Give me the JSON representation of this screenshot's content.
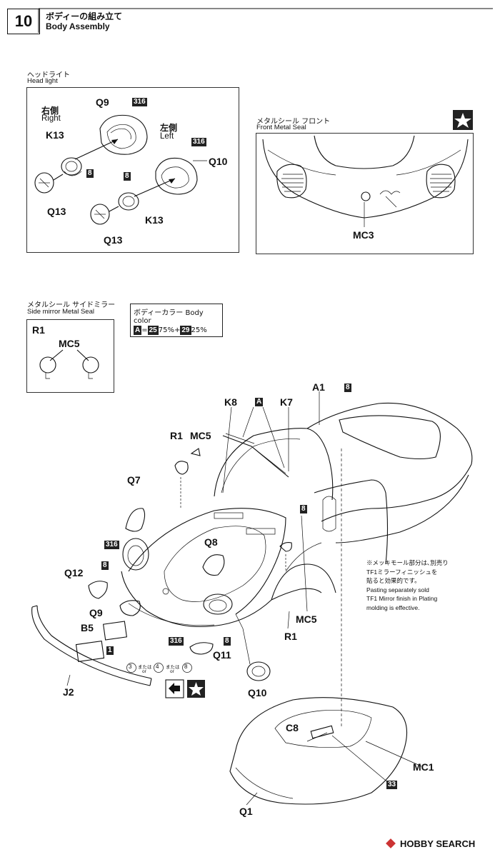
{
  "step": {
    "number": "10",
    "title_jp": "ボディーの組み立て",
    "title_en": "Body Assembly"
  },
  "headlight": {
    "caption_jp": "ヘッドライト",
    "caption_en": "Head light",
    "right_jp": "右側",
    "right_en": "Right",
    "left_jp": "左側",
    "left_en": "Left",
    "parts": {
      "q9": "Q9",
      "q10": "Q10",
      "k13a": "K13",
      "k13b": "K13",
      "q13a": "Q13",
      "q13b": "Q13",
      "tag316a": "316",
      "tag316b": "316",
      "tag8a": "8",
      "tag8b": "8"
    }
  },
  "front_seal": {
    "caption_jp": "メタルシール フロント",
    "caption_en": "Front Metal Seal",
    "part": "MC3"
  },
  "mirror_seal": {
    "caption_jp": "メタルシール サイドミラー",
    "caption_en": "Side mirror Metal Seal",
    "r1": "R1",
    "mc5": "MC5"
  },
  "body_color": {
    "title": "ボディーカラー Body color",
    "tag_a": "A",
    "eq": "=",
    "c1": "25",
    "p1": "75%",
    "plus": "+",
    "c2": "29",
    "p2": "25%"
  },
  "main": {
    "k8": "K8",
    "tagA": "A",
    "k7": "K7",
    "a1": "A1",
    "tag8_top": "8",
    "r1_top": "R1",
    "mc5_top": "MC5",
    "q7": "Q7",
    "tag8_mid": "8",
    "q8": "Q8",
    "tag316_left": "316",
    "tag8_left": "8",
    "q12": "Q12",
    "q9": "Q9",
    "b5": "B5",
    "tag1": "1",
    "tag316_bottom": "316",
    "tag8_bottom": "8",
    "q11": "Q11",
    "r1_side": "R1",
    "mc5_side": "MC5",
    "q10": "Q10",
    "j2": "J2",
    "c8": "C8",
    "mc1": "MC1",
    "q1": "Q1",
    "tag33": "33",
    "opt3": "3",
    "opt4": "4",
    "opt8": "8",
    "mataha": "または",
    "or": "or"
  },
  "note": {
    "jp1": "※メッキモール部分は､別売り",
    "jp2": "TF1ミラーフィニッシュを",
    "jp3": "貼ると効果的です。",
    "en1": "Pasting separately sold",
    "en2": "TF1 Mirror finish in Plating",
    "en3": "molding is effective."
  },
  "watermark": "HOBBY SEARCH"
}
